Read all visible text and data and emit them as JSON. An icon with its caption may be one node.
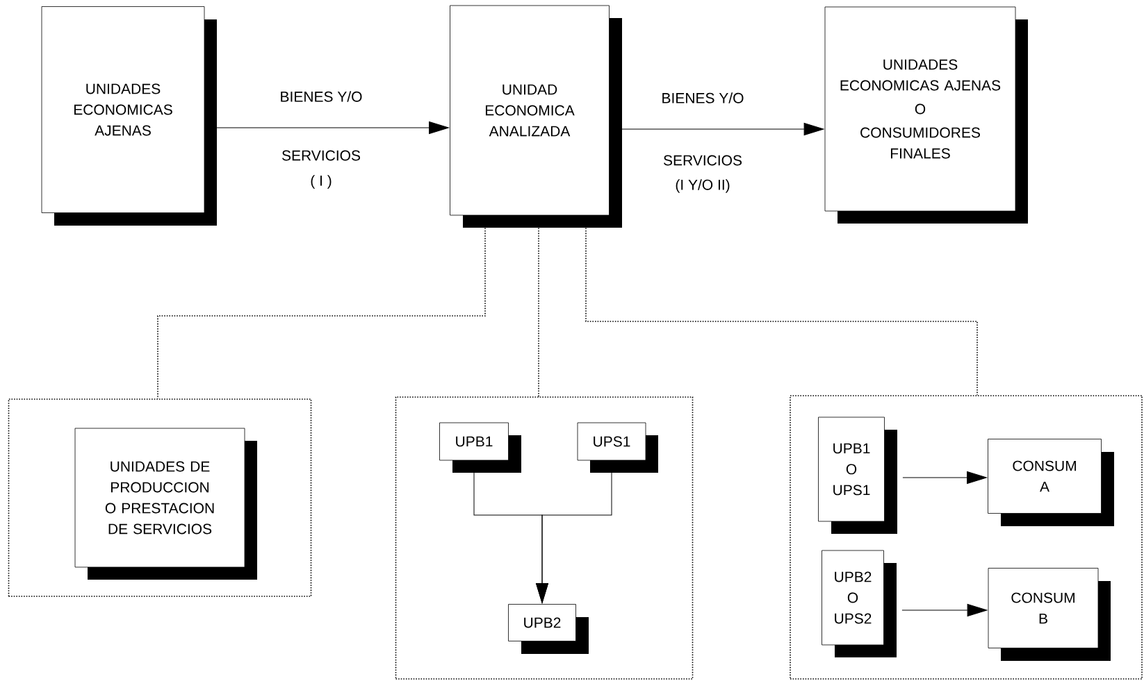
{
  "diagram": {
    "nodes": [
      {
        "text": [
          "UNIDADES ECONOMICAS AJENAS"
        ]
      },
      {
        "text": [
          "UNIDAD ECONOMICA ANALIZADA"
        ]
      },
      {
        "text": [
          "UNIDADES ECONOMICAS AJENAS",
          "O",
          "CONSUMIDORES FINALES"
        ]
      },
      {
        "text": [],
        "shape": "box"
      },
      {
        "text": [
          "UNIDADES DE PRODUCCION O PRESTACION DE SERVICIOS"
        ],
        "in": 3
      },
      {
        "text": [],
        "shape": "box"
      },
      {
        "text": [
          "UPB1"
        ],
        "in": 5
      },
      {
        "text": [
          "UPS1"
        ],
        "in": 5
      },
      {
        "text": [
          "UPB2"
        ],
        "in": 5
      },
      {
        "text": [],
        "shape": "box"
      },
      {
        "text": [
          "UPB1 O UPS1"
        ],
        "in": 9
      },
      {
        "text": [
          "CONSUM A"
        ],
        "in": 9
      },
      {
        "text": [
          "UPB2 O UPS2"
        ],
        "in": 9
      },
      {
        "text": [
          "CONSUM B"
        ],
        "in": 9
      }
    ],
    "edges": [
      {
        "from": 0,
        "to": 1,
        "arrow": "to"
      },
      {
        "from": 1,
        "to": 2,
        "arrow": "to"
      },
      {
        "from": 1,
        "to": 3,
        "arrow": "none",
        "style": "dashed"
      },
      {
        "from": 1,
        "to": 5,
        "arrow": "none",
        "style": "dashed"
      },
      {
        "from": 1,
        "to": 9,
        "arrow": "none",
        "style": "dashed"
      },
      {
        "from": 6,
        "to": 8,
        "arrow": "to"
      },
      {
        "from": 7,
        "to": 8,
        "arrow": "to"
      },
      {
        "from": 10,
        "to": 11,
        "arrow": "to"
      },
      {
        "from": 12,
        "to": 13,
        "arrow": "to"
      }
    ],
    "labels": [
      "BIENES Y/O",
      "SERVICIOS",
      "( I )",
      "BIENES Y/O",
      "SERVICIOS",
      "(I Y/O II)"
    ]
  }
}
